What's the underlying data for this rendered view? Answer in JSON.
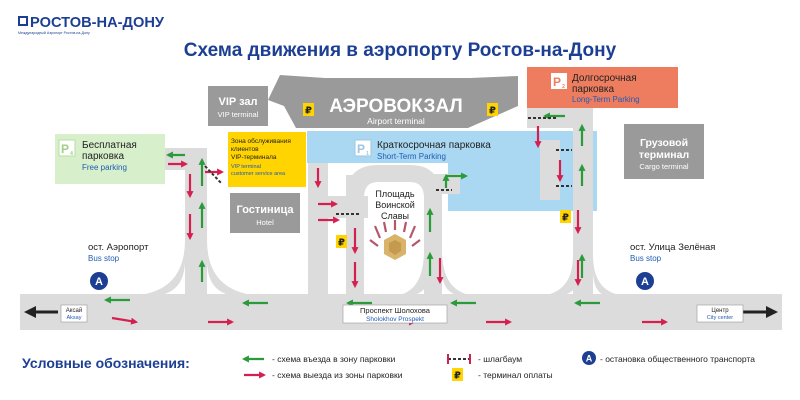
{
  "logo": {
    "name": "РОСТОВ-НА-ДОНУ",
    "subtitle": "Международный Аэропорт Ростов-на-Дону"
  },
  "title": "Схема движения в аэропорту Ростов-на-Дону",
  "colors": {
    "brand_blue": "#1c3f94",
    "entry_arrow": "#2a9a3a",
    "exit_arrow": "#d42050",
    "short_term_parking": "#aad8f2",
    "long_term_parking": "#ee7d60",
    "free_parking": "#d8efcb",
    "vip_zone": "#ffd400",
    "building": "#9a9a9a",
    "road": "#dcdcdc"
  },
  "buildings": {
    "terminal": {
      "name": "АЭРОВОКЗАЛ",
      "sub": "Airport terminal"
    },
    "vip": {
      "name": "VIP зал",
      "sub": "VIP terminal"
    },
    "vip_service": {
      "lines": [
        "Зона обслуживания",
        "клиентов",
        "VIP-терминала"
      ],
      "sub_lines": [
        "VIP terminal",
        "customer service area"
      ]
    },
    "hotel": {
      "name": "Гостиница",
      "sub": "Hotel"
    },
    "cargo": {
      "name_lines": [
        "Грузовой",
        "терминал"
      ],
      "sub": "Cargo terminal"
    }
  },
  "parkings": {
    "short_term": {
      "badge": "P",
      "num": "1",
      "name": "Краткосрочная парковка",
      "sub": "Short-Term Parking"
    },
    "long_term": {
      "badge": "P",
      "num": "2",
      "name_lines": [
        "Долгосрочная",
        "парковка"
      ],
      "sub": "Long-Term Parking"
    },
    "free": {
      "badge": "P",
      "num": "4",
      "name_lines": [
        "Бесплатная",
        "парковка"
      ],
      "sub": "Free parking"
    }
  },
  "square": {
    "lines": [
      "Площадь",
      "Воинской",
      "Славы"
    ]
  },
  "bus_stops": {
    "airport": {
      "name": "ост. Аэропорт",
      "sub": "Bus stop",
      "letter": "A"
    },
    "zelenaya": {
      "name": "ост. Улица Зелёная",
      "sub": "Bus stop",
      "letter": "A"
    }
  },
  "road_signs": {
    "aksay": {
      "name": "Аксай",
      "sub": "Aksay"
    },
    "prospekt": {
      "name": "Проспект Шолохова",
      "sub": "Sholokhov Prospekt"
    },
    "center": {
      "name": "Центр",
      "sub": "City center"
    }
  },
  "payment_symbol": "₽",
  "legend": {
    "title": "Условные обозначения:",
    "entry": "- схема въезда в зону парковки",
    "exit": "- схема выезда из зоны парковки",
    "barrier": "- шлагбаум",
    "payment": "- терминал оплаты",
    "bus_letter": "A",
    "bus": "- остановка общественного транспорта"
  }
}
